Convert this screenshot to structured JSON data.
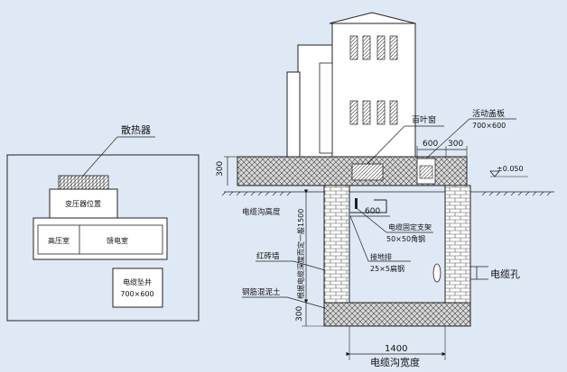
{
  "left_panel": {
    "radiator_label": "散热器",
    "transformer_label": "变压器位置",
    "hv_room_label": "高压室",
    "feeder_room_label": "馈电室",
    "cable_lift_label": "电缆坠井",
    "cable_lift_size": "700×600"
  },
  "right_panel": {
    "louver_label": "百叶窗",
    "cover_label": "活动盖板",
    "cover_size": "700×600",
    "dim_600_top": "600",
    "dim_300_right": "300",
    "dim_300_left": "300",
    "elevation_label": "±0.050",
    "trench_height_label": "电缆沟高度",
    "depth_note": "根据电缆深度而定一般1500",
    "dim_600_mid": "600",
    "bracket_label": "电缆固定支架",
    "bracket_spec": "50×50角钢",
    "ground_bar_label": "接地排",
    "ground_bar_spec": "25×5扁钢",
    "brick_wall_label": "红砖墙",
    "concrete_label": "钢筋混泥土",
    "dim_300_bottom": "300",
    "cable_hole_label": "电缆孔",
    "width_value": "1400",
    "width_label": "电缆沟宽度"
  }
}
